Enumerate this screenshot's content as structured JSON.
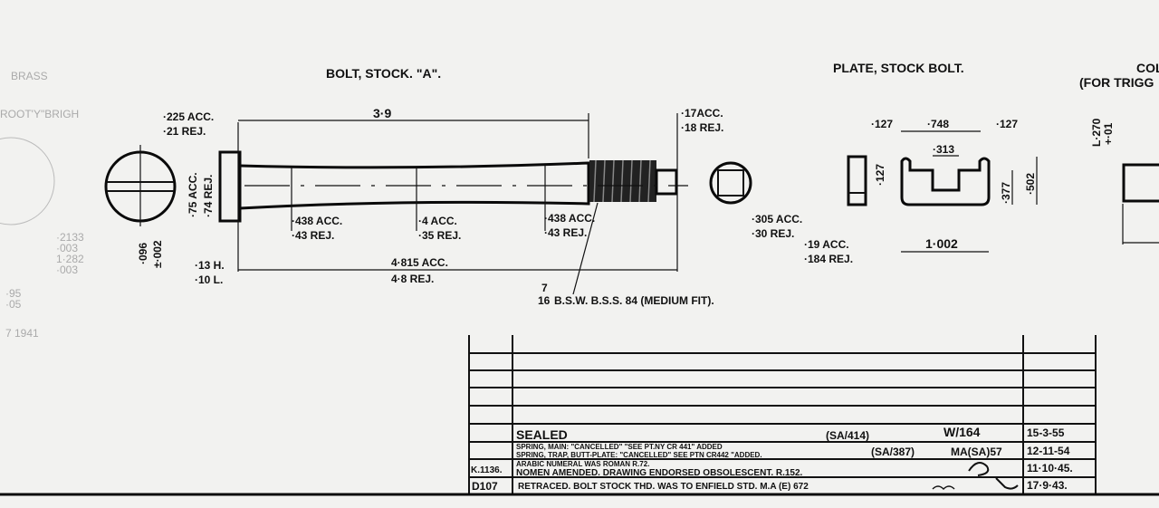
{
  "ghost_notes": [
    "BRASS",
    "ROOT'Y\"BRIGH",
    "·2133",
    "·003",
    "1·282",
    "·003",
    "·95",
    "·05",
    "7 1941"
  ],
  "bolt": {
    "title": "BOLT, STOCK. \"A\".",
    "dims": {
      "head_len_acc": "·225 ACC.",
      "head_len_rej": "·21 REJ.",
      "length": "3·9",
      "tip_acc": "·17ACC.",
      "tip_rej": "·18 REJ.",
      "head_dia_acc": "·75 ACC.",
      "head_dia_rej": "·74 REJ.",
      "slot_w": "·096",
      "slot_tol": "±·002",
      "dia1_acc": "·438 ACC.",
      "dia1_rej": "·43 REJ.",
      "dia2_acc": "·4 ACC.",
      "dia2_rej": "·35 REJ.",
      "dia3_acc": "·438 ACC.",
      "dia3_rej": "·43 REJ.",
      "slot_depth_h": "·13 H.",
      "slot_depth_l": "·10 L.",
      "overall_acc": "4·815 ACC.",
      "overall_rej": "4·8 REJ.",
      "square_acc": "·305 ACC.",
      "square_rej": "·30 REJ."
    },
    "thread_num": "7",
    "thread_den": "16",
    "thread_spec": "B.S.W. B.S.S. 84 (MEDIUM FIT)."
  },
  "plate": {
    "title": "PLATE, STOCK BOLT.",
    "dims": {
      "left": "·127",
      "middle": "·748",
      "right": "·127",
      "slot": "·313",
      "thickness": "·127",
      "depth": "·377",
      "height": "·502",
      "width": "1·002",
      "side_acc": "·19 ACC.",
      "side_rej": "·184 REJ."
    }
  },
  "partial": {
    "title1": "COL",
    "title2": "(FOR TRIGG",
    "dim": "L·270",
    "tol": "+·01"
  },
  "revisions": [
    {
      "ref": "",
      "text": "SEALED",
      "extra": "(SA/414)",
      "auth": "W/164",
      "date": "15-3-55"
    },
    {
      "ref": "",
      "text": "SPRING, MAIN: \"CANCELLED\" \"SEE PT.NY CR 441\" ADDED",
      "text2": "SPRING, TRAP, BUTT-PLATE: \"CANCELLED\" SEE PTN CR442 \"ADDED.",
      "extra": "(SA/387)",
      "auth": "MA(SA)57",
      "date": "12-11-54"
    },
    {
      "ref": "K.1136.",
      "text": "ARABIC NUMERAL WAS ROMAN R.72.",
      "text2": "NOMEN AMENDED.  DRAWING ENDORSED OBSOLESCENT.  R.152.",
      "date": "11·10·45."
    },
    {
      "ref": "D107",
      "text": "RETRACED.  BOLT STOCK THD. WAS TO ENFIELD STD.  M.A (E) 672",
      "date": "17·9·43."
    }
  ]
}
